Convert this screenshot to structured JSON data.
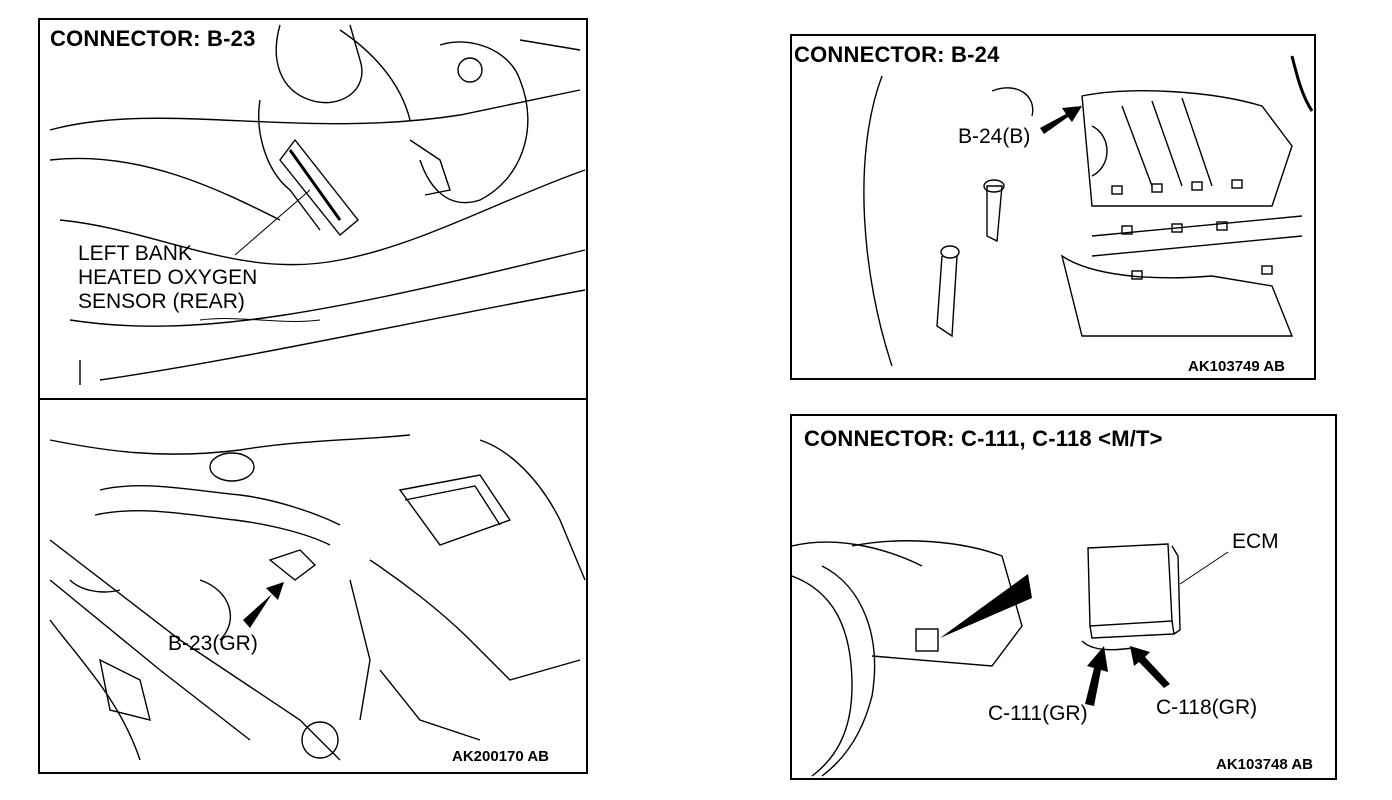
{
  "panel_left": {
    "title": "CONNECTOR: B-23",
    "sensor_label": [
      "LEFT BANK",
      "HEATED OXYGEN",
      "SENSOR (REAR)"
    ],
    "connector_label": "B-23(GR)",
    "figure_code": "AK200170 AB"
  },
  "panel_top_right": {
    "title": "CONNECTOR: B-24",
    "connector_label": "B-24(B)",
    "figure_code": "AK103749 AB"
  },
  "panel_bottom_right": {
    "title": "CONNECTOR: C-111, C-118 <M/T>",
    "ecm_label": "ECM",
    "connector_label_1": "C-111(GR)",
    "connector_label_2": "C-118(GR)",
    "figure_code": "AK103748 AB"
  }
}
